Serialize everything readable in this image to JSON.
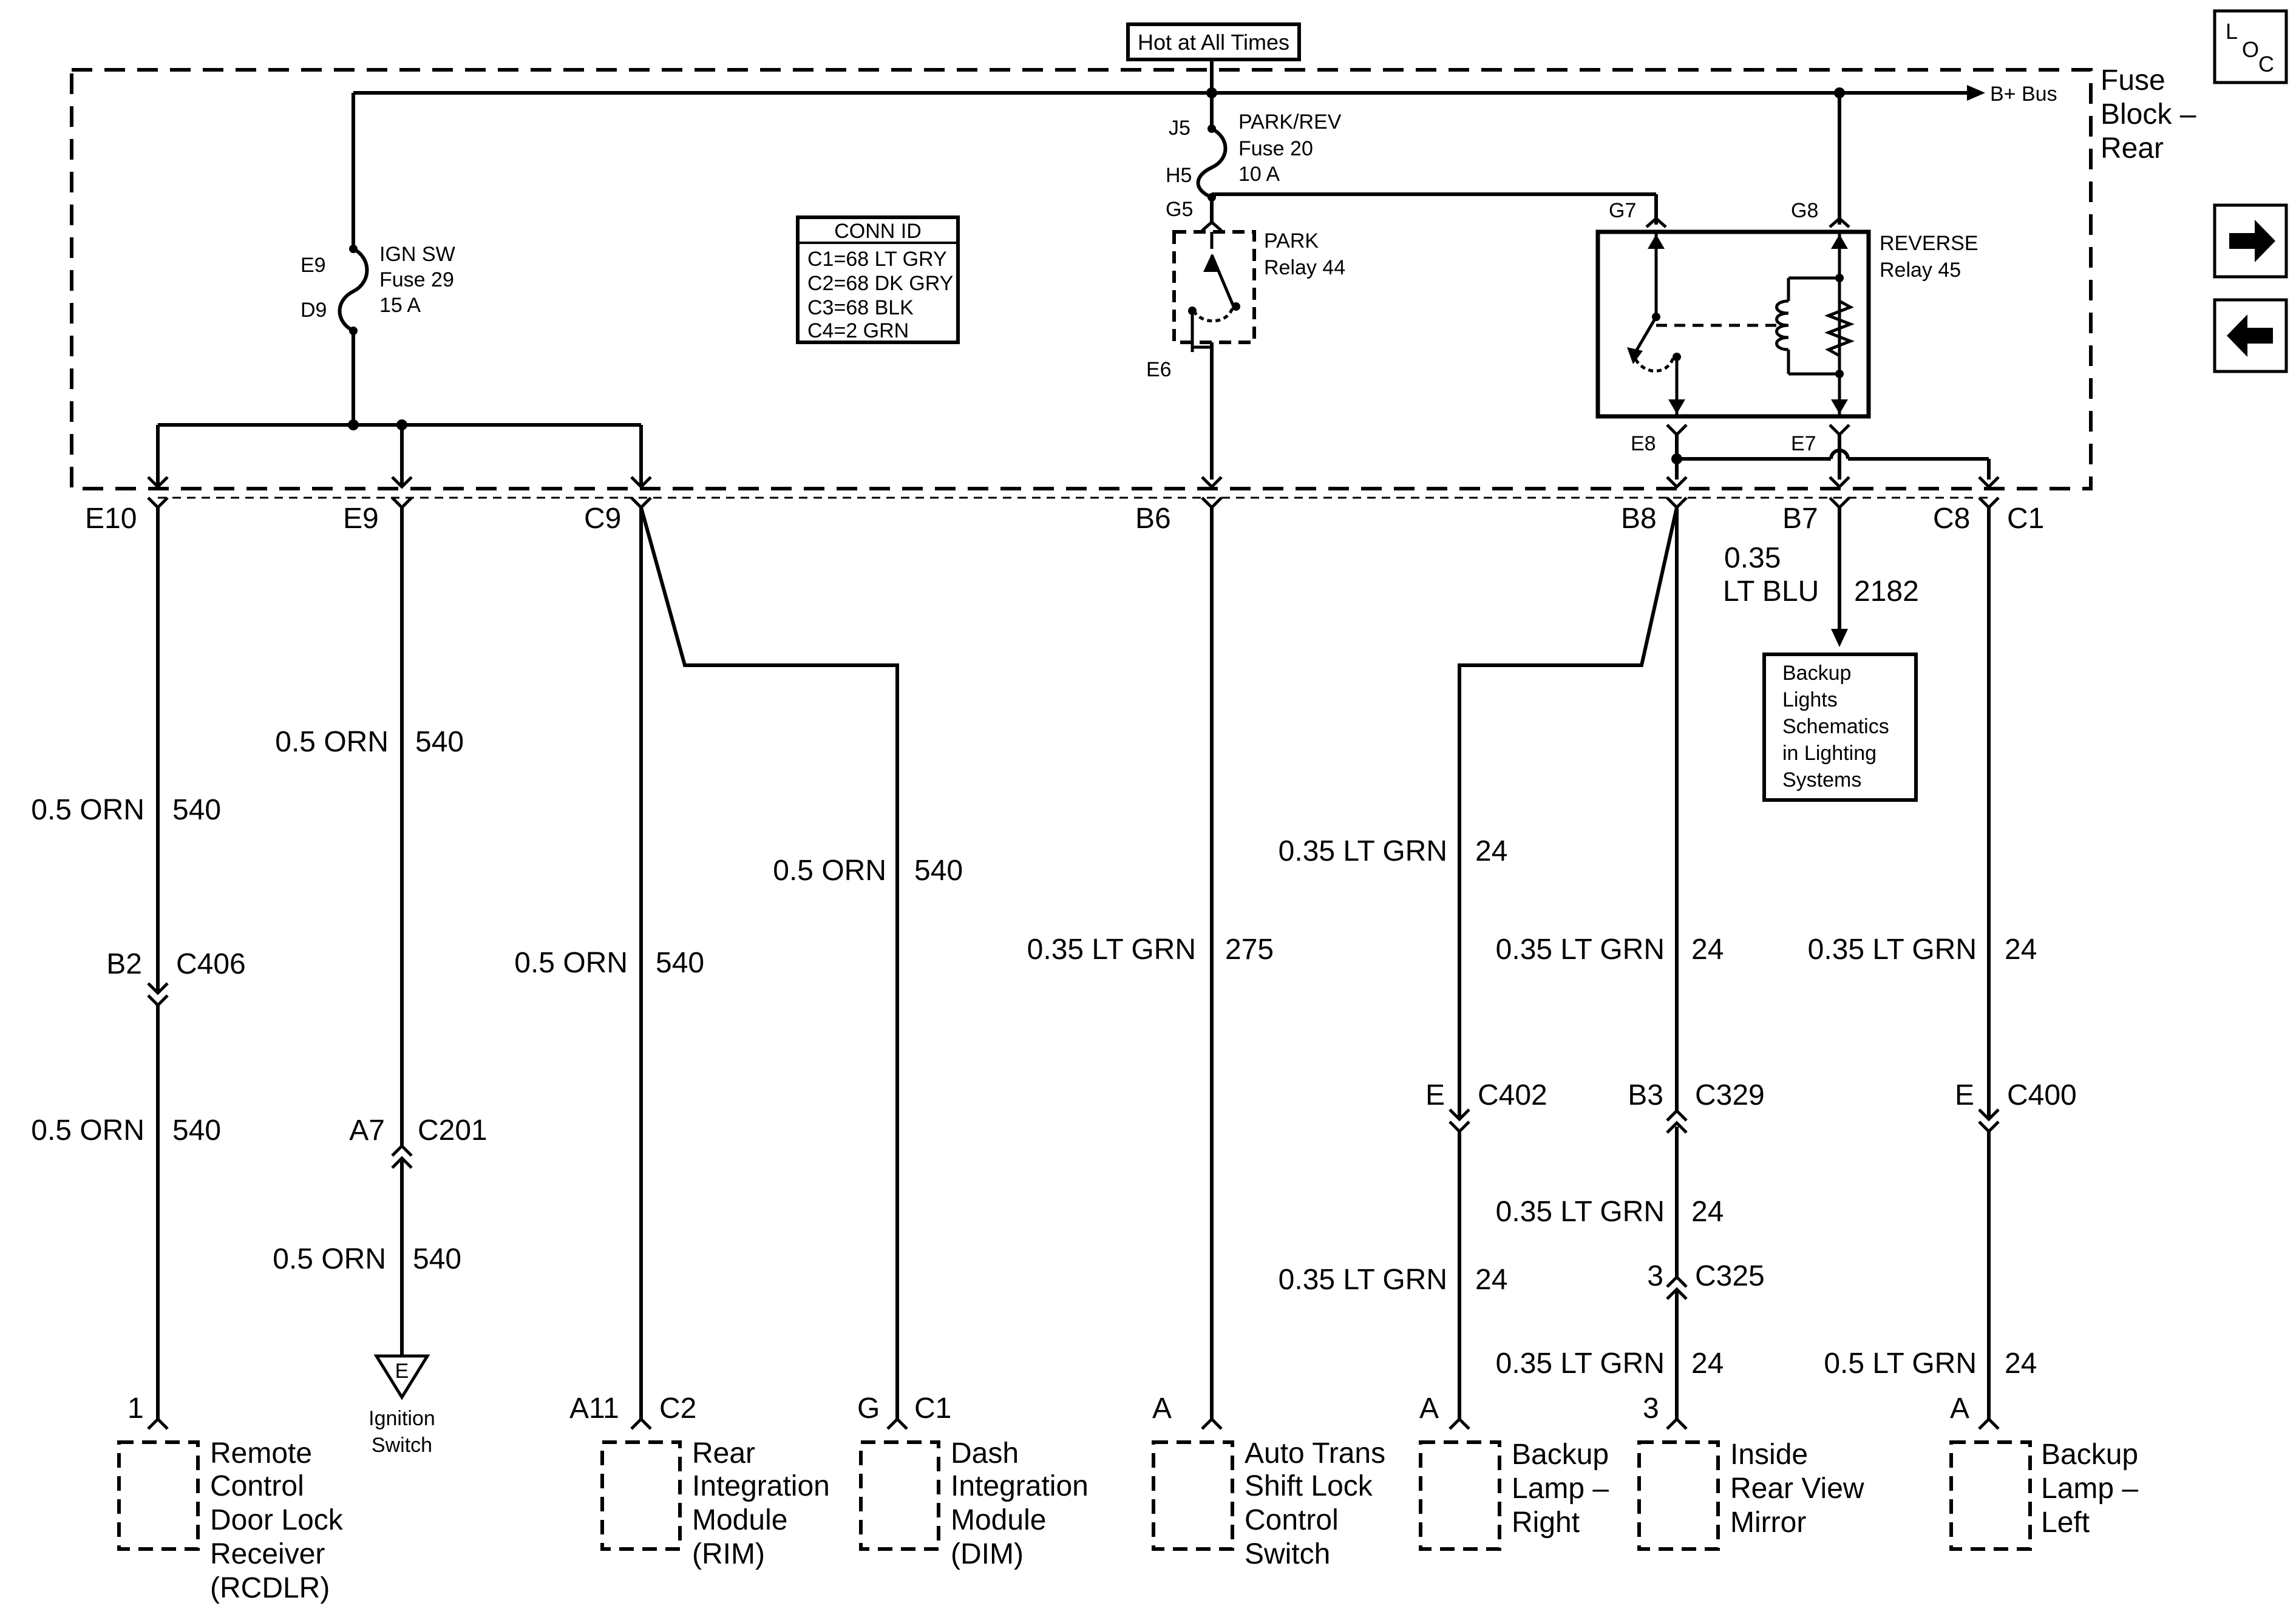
{
  "hot_label": "Hot at All Times",
  "loc_label": [
    "L",
    "O",
    "C"
  ],
  "fuse_block": {
    "line1": "Fuse",
    "line2": "Block –",
    "line3": "Rear"
  },
  "bus_label": "B+ Bus",
  "ign_fuse": {
    "pin_in": "E9",
    "pin_out": "D9",
    "name": "IGN SW",
    "fuse": "Fuse 29",
    "amps": "15 A"
  },
  "park_fuse": {
    "pin_in": "J5",
    "pin_out": "H5",
    "name": "PARK/REV",
    "fuse": "Fuse 20",
    "amps": "10 A"
  },
  "conn_id": {
    "title": "CONN ID",
    "rows": [
      "C1=68 LT GRY",
      "C2=68 DK GRY",
      "C3=68 BLK",
      "C4=2 GRN"
    ]
  },
  "park_relay": {
    "pin_in": "G5",
    "pin_out": "E6",
    "name": "PARK",
    "relay": "Relay 44"
  },
  "reverse_relay": {
    "pin_g7": "G7",
    "pin_g8": "G8",
    "pin_e8": "E8",
    "pin_e7": "E7",
    "name": "REVERSE",
    "relay": "Relay 45"
  },
  "connectors": [
    "E10",
    "E9",
    "C9",
    "B6",
    "B8",
    "B7",
    "C8",
    "C1"
  ],
  "backup_ref": {
    "wire_size": "0.35",
    "wire_color": "LT BLU",
    "circuit": "2182",
    "box": [
      "Backup",
      "Lights",
      "Schematics",
      "in Lighting",
      "Systems"
    ]
  },
  "wires": {
    "rcdlr_upper": {
      "size_color": "0.5 ORN",
      "circuit": "540"
    },
    "rcdlr_lower": {
      "size_color": "0.5 ORN",
      "circuit": "540"
    },
    "ign_upper": {
      "size_color": "0.5 ORN",
      "circuit": "540"
    },
    "ign_lower": {
      "size_color": "0.5 ORN",
      "circuit": "540"
    },
    "rim": {
      "size_color": "0.5 ORN",
      "circuit": "540"
    },
    "dim": {
      "size_color": "0.5 ORN",
      "circuit": "540"
    },
    "shift": {
      "size_color": "0.35 LT GRN",
      "circuit": "275"
    },
    "lamp_right_upper": {
      "size_color": "0.35 LT GRN",
      "circuit": "24"
    },
    "lamp_right_lower": {
      "size_color": "0.35 LT GRN",
      "circuit": "24"
    },
    "mirror_1": {
      "size_color": "0.35 LT GRN",
      "circuit": "24"
    },
    "mirror_2": {
      "size_color": "0.35 LT GRN",
      "circuit": "24"
    },
    "mirror_3": {
      "size_color": "0.35 LT GRN",
      "circuit": "24"
    },
    "lamp_left_upper": {
      "size_color": "0.35 LT GRN",
      "circuit": "24"
    },
    "lamp_left_lower": {
      "size_color": "0.5 LT GRN",
      "circuit": "24"
    }
  },
  "inline_connectors": {
    "c406": {
      "pin": "B2",
      "name": "C406"
    },
    "c201": {
      "pin": "A7",
      "name": "C201"
    },
    "c402": {
      "pin": "E",
      "name": "C402"
    },
    "c329": {
      "pin": "B3",
      "name": "C329"
    },
    "c325": {
      "pin": "3",
      "name": "C325"
    },
    "c400": {
      "pin": "E",
      "name": "C400"
    }
  },
  "ground": {
    "symbol": "E",
    "label1": "Ignition",
    "label2": "Switch"
  },
  "components": {
    "rcdlr": {
      "pin": "1",
      "lines": [
        "Remote",
        "Control",
        "Door Lock",
        "Receiver",
        "(RCDLR)"
      ]
    },
    "rim": {
      "pin": "A11",
      "conn": "C2",
      "lines": [
        "Rear",
        "Integration",
        "Module",
        "(RIM)"
      ]
    },
    "dim": {
      "pin": "G",
      "conn": "C1",
      "lines": [
        "Dash",
        "Integration",
        "Module",
        "(DIM)"
      ]
    },
    "shift": {
      "pin": "A",
      "lines": [
        "Auto Trans",
        "Shift Lock",
        "Control",
        "Switch"
      ]
    },
    "lamp_right": {
      "pin": "A",
      "lines": [
        "Backup",
        "Lamp –",
        "Right"
      ]
    },
    "mirror": {
      "pin": "3",
      "lines": [
        "Inside",
        "Rear View",
        "Mirror"
      ]
    },
    "lamp_left": {
      "pin": "A",
      "lines": [
        "Backup",
        "Lamp –",
        "Left"
      ]
    }
  },
  "nav": {
    "next_icon": "arrow-right",
    "prev_icon": "arrow-left"
  }
}
